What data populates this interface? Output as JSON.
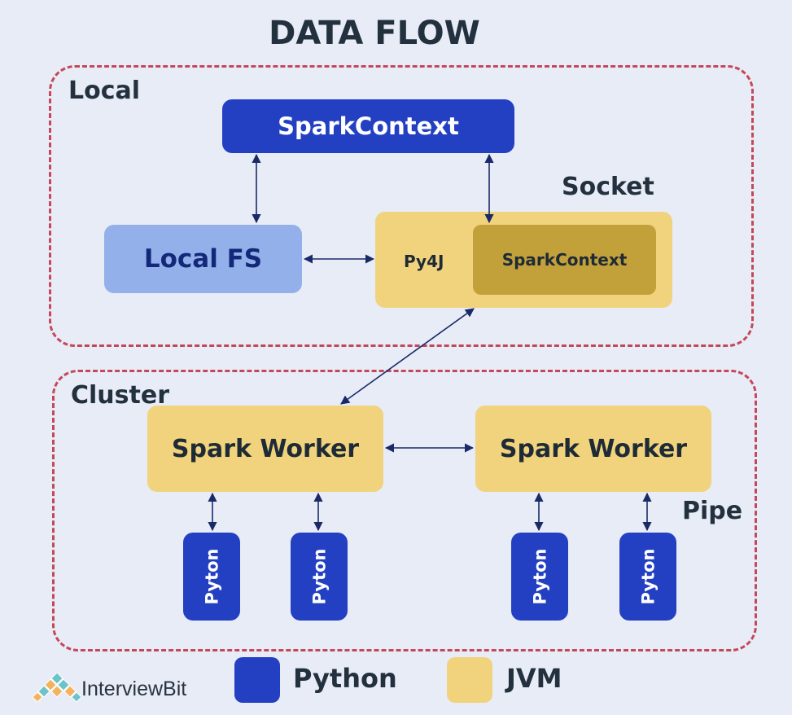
{
  "title": "DATA FLOW",
  "local": {
    "label": "Local",
    "spark_context": "SparkContext",
    "local_fs": "Local FS",
    "socket_label": "Socket",
    "py4j": "Py4J",
    "jvm_spark_context": "SparkContext"
  },
  "cluster": {
    "label": "Cluster",
    "pipe_label": "Pipe",
    "workers": [
      {
        "label": "Spark Worker"
      },
      {
        "label": "Spark Worker"
      }
    ],
    "python_processes": [
      "Pyton",
      "Pyton",
      "Pyton",
      "Pyton"
    ]
  },
  "legend": {
    "python": {
      "label": "Python",
      "color": "#2340c2"
    },
    "jvm": {
      "label": "JVM",
      "color": "#f0d37c"
    }
  },
  "brand": {
    "name": "InterviewBit",
    "icon": "interviewbit-logo-icon"
  },
  "colors": {
    "python_blue": "#2340c2",
    "local_fs_blue": "#93b0ea",
    "jvm_yellow": "#f0d37c",
    "jvm_context_olive": "#c3a13a",
    "region_border": "#c4485a",
    "background": "#e8ecf7"
  }
}
